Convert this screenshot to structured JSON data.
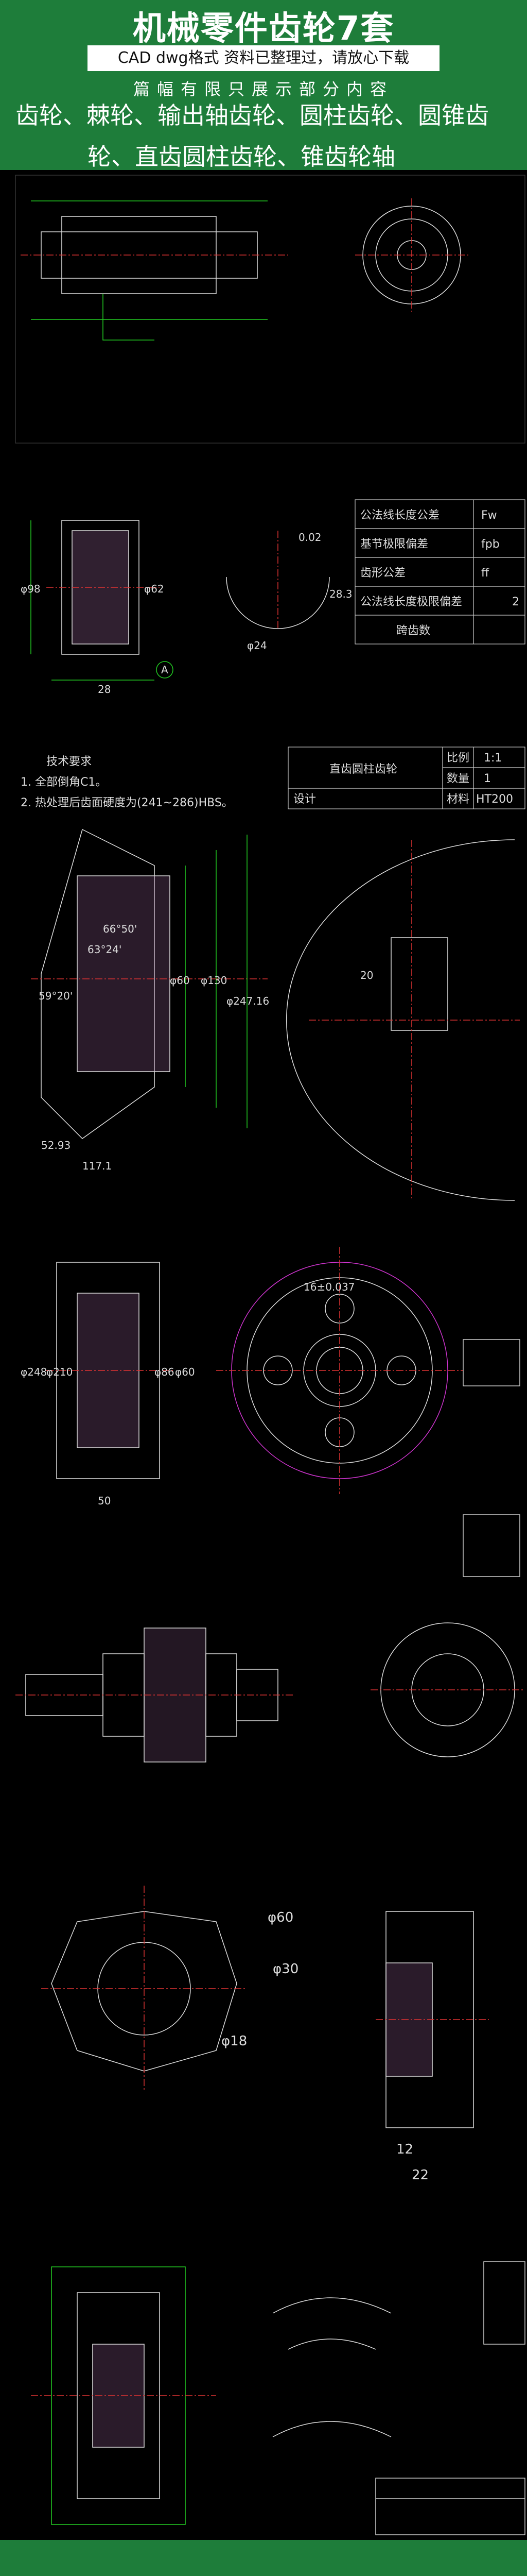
{
  "header": {
    "title": "机械零件齿轮7套",
    "subtitle": "CAD  dwg格式 资料已整理过，请放心下载",
    "notice": "篇幅有限只展示部分内容",
    "types_line1": "齿轮、棘轮、输出轴齿轮、圆柱齿轮、圆锥齿",
    "types_line2": "轮、直齿圆柱齿轮、锥齿轮轴"
  },
  "drawing1": {
    "table_rows": [
      {
        "label": "公法线长度公差",
        "value": "Fw"
      },
      {
        "label": "基节极限偏差",
        "value": "fpb"
      },
      {
        "label": "齿形公差",
        "value": "ff"
      },
      {
        "label": "公法线长度极限偏差",
        "value": "2"
      },
      {
        "label": "跨齿数",
        "value": ""
      }
    ],
    "dims": [
      "φ98",
      "φ62",
      "28",
      "0.02",
      "φ24",
      "28.3",
      "A"
    ]
  },
  "drawing2": {
    "tech_title": "技术要求",
    "tech_items": [
      "1. 全部倒角C1。",
      "2. 热处理后齿面硬度为(241~286)HBS。"
    ],
    "title_block": {
      "name": "直齿圆柱齿轮",
      "scale_label": "比例",
      "scale": "1:1",
      "qty_label": "数量",
      "qty": "1",
      "material_label": "材料",
      "material": "HT200",
      "drawn_label": "设计"
    },
    "dims": [
      "66°50'",
      "63°24'",
      "59°20'",
      "52.93",
      "117.1",
      "φ60",
      "φ130",
      "φ247.16",
      "20"
    ]
  },
  "drawing3": {
    "dims": [
      "φ248",
      "φ210",
      "φ86",
      "φ60",
      "50",
      "16±0.037"
    ]
  },
  "drawing5": {
    "dims": [
      "φ60",
      "φ30",
      "φ18",
      "12",
      "22"
    ]
  }
}
